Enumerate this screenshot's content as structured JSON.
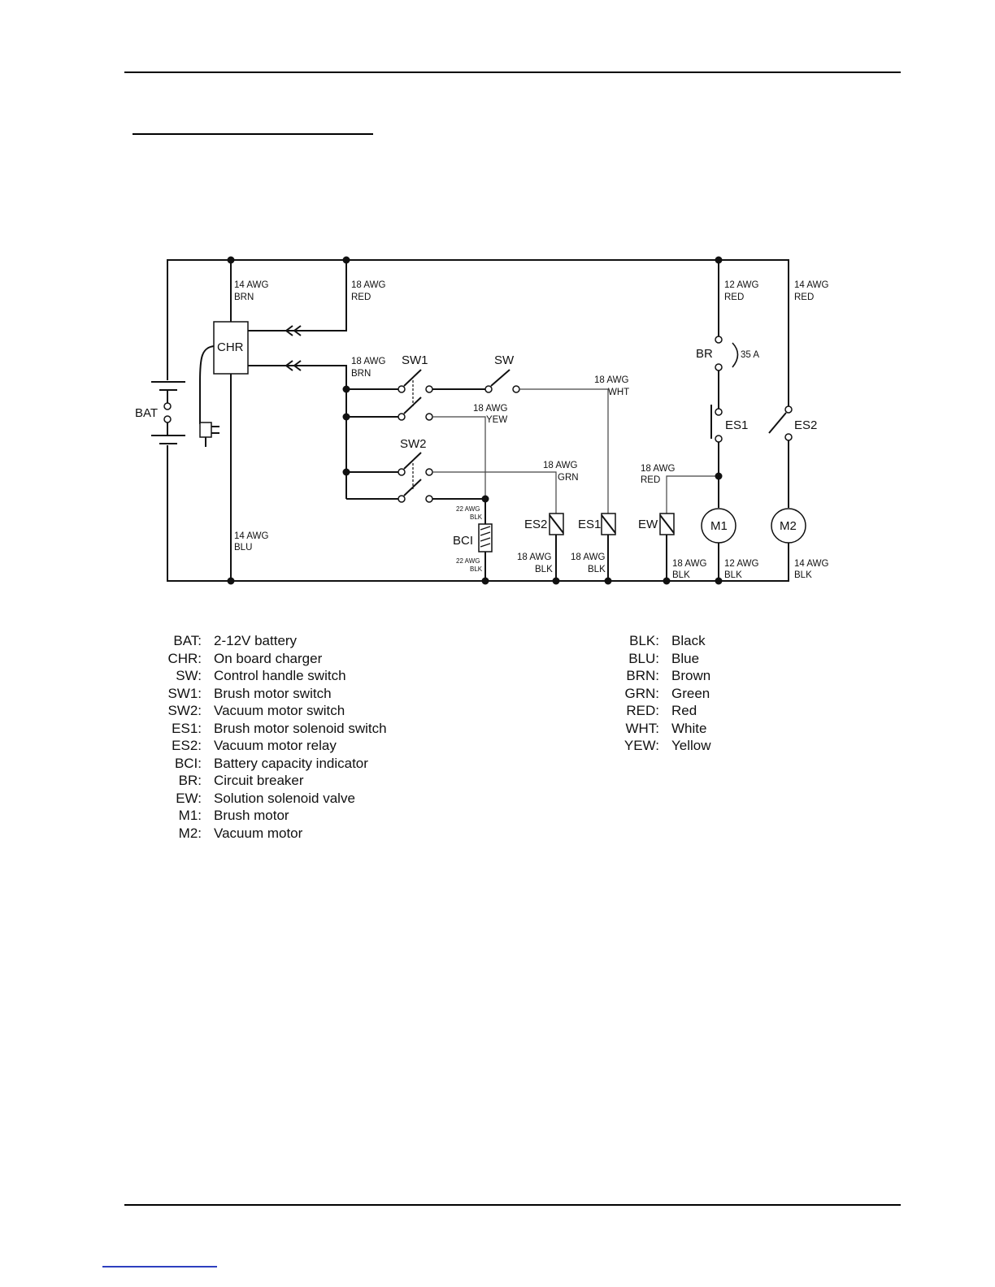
{
  "labels": {
    "bat": "BAT",
    "chr": "CHR",
    "sw1": "SW1",
    "sw": "SW",
    "sw2": "SW2",
    "br": "BR",
    "br_rating": "35 A",
    "es1": "ES1",
    "es2": "ES2",
    "bci": "BCI",
    "ew": "EW",
    "m1": "M1",
    "m2": "M2"
  },
  "wires": {
    "w14brn_top": [
      "14 AWG",
      "BRN"
    ],
    "w18red_top": [
      "18 AWG",
      "RED"
    ],
    "w18brn": [
      "18 AWG",
      "BRN"
    ],
    "w12red": [
      "12 AWG",
      "RED"
    ],
    "w14red": [
      "14 AWG",
      "RED"
    ],
    "w18wht": [
      "18 AWG",
      "WHT"
    ],
    "w18yew": [
      "18 AWG",
      "YEW"
    ],
    "w18grn": [
      "18 AWG",
      "GRN"
    ],
    "w18red_ew": [
      "18 AWG",
      "RED"
    ],
    "w22blk_top": [
      "22 AWG",
      "BLK"
    ],
    "w22blk_bot": [
      "22 AWG",
      "BLK"
    ],
    "w14blu": [
      "14 AWG",
      "BLU"
    ],
    "w18blk_es2": [
      "18 AWG",
      "BLK"
    ],
    "w18blk_es1": [
      "18 AWG",
      "BLK"
    ],
    "w18blk_ew": [
      "18 AWG",
      "BLK"
    ],
    "w12blk": [
      "12 AWG",
      "BLK"
    ],
    "w14blk": [
      "14 AWG",
      "BLK"
    ]
  },
  "legend_components": [
    {
      "abbr": "BAT:",
      "desc": "2-12V battery"
    },
    {
      "abbr": "CHR:",
      "desc": "On board charger"
    },
    {
      "abbr": "SW:",
      "desc": "Control handle switch"
    },
    {
      "abbr": "SW1:",
      "desc": "Brush motor switch"
    },
    {
      "abbr": "SW2:",
      "desc": "Vacuum motor switch"
    },
    {
      "abbr": "ES1:",
      "desc": "Brush motor solenoid switch"
    },
    {
      "abbr": "ES2:",
      "desc": "Vacuum motor relay"
    },
    {
      "abbr": "BCI:",
      "desc": "Battery capacity indicator"
    },
    {
      "abbr": "BR:",
      "desc": "Circuit breaker"
    },
    {
      "abbr": "EW:",
      "desc": "Solution solenoid valve"
    },
    {
      "abbr": "M1:",
      "desc": "Brush motor"
    },
    {
      "abbr": "M2:",
      "desc": "Vacuum motor"
    }
  ],
  "legend_colors": [
    {
      "abbr": "BLK:",
      "desc": "Black"
    },
    {
      "abbr": "BLU:",
      "desc": "Blue"
    },
    {
      "abbr": "BRN:",
      "desc": "Brown"
    },
    {
      "abbr": "GRN:",
      "desc": "Green"
    },
    {
      "abbr": "RED:",
      "desc": "Red"
    },
    {
      "abbr": "WHT:",
      "desc": "White"
    },
    {
      "abbr": "YEW:",
      "desc": "Yellow"
    }
  ]
}
